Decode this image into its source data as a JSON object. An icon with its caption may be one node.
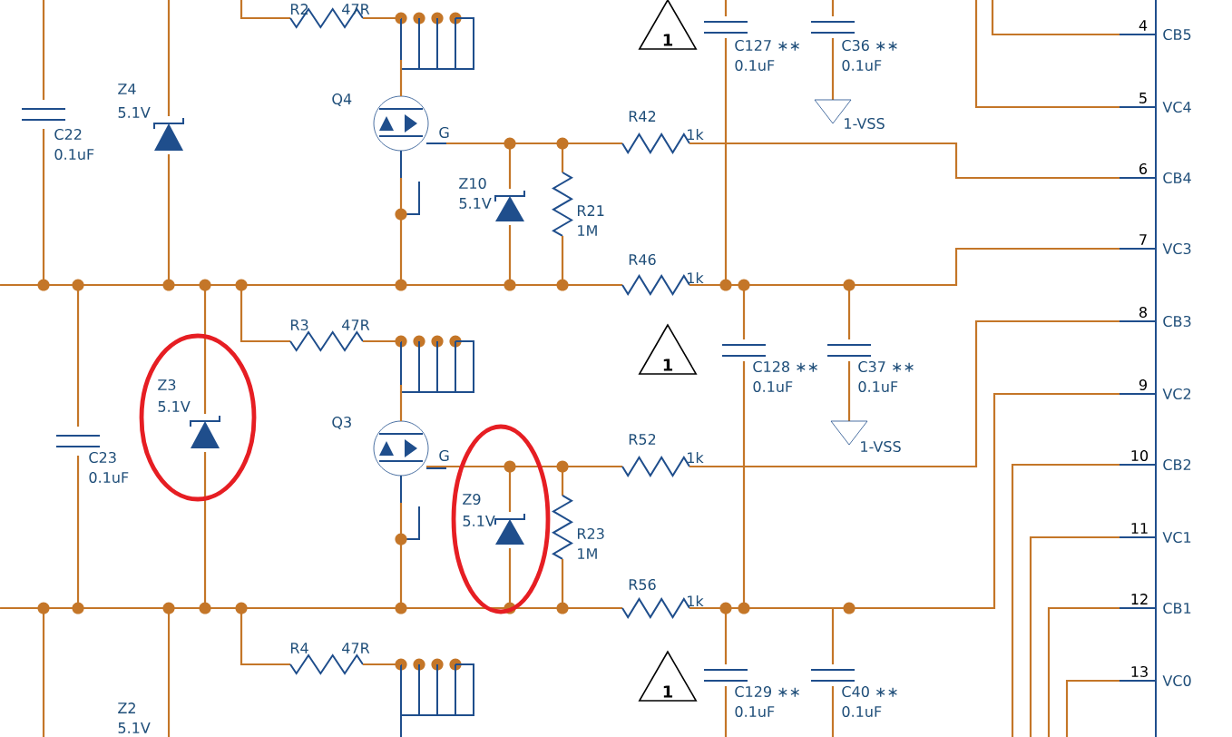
{
  "diagram": {
    "nodes": [
      {
        "text": [
          "1"
        ]
      },
      {
        "text": [
          "1"
        ]
      },
      {
        "text": [
          "1"
        ]
      }
    ],
    "labels": [
      "R2",
      "47R",
      "C127 ∗∗",
      "0.1uF",
      "C36 ∗∗",
      "0.1uF",
      "4",
      "CB5",
      "Z4",
      "5.1V",
      "C22",
      "0.1uF",
      "Q4",
      "5",
      "VC4",
      "G",
      "1-VSS",
      "R42",
      "1k",
      "Z10",
      "5.1V",
      "R21",
      "1M",
      "6",
      "CB4",
      "7",
      "VC3",
      "R46",
      "1k",
      "R3",
      "47R",
      "8",
      "CB3",
      "C128 ∗∗",
      "0.1uF",
      "C37 ∗∗",
      "0.1uF",
      "9",
      "VC2",
      "Z3",
      "5.1V",
      "Q3",
      "C23",
      "0.1uF",
      "G",
      "R52",
      "1k",
      "1-VSS",
      "10",
      "CB2",
      "Z9",
      "5.1V",
      "R23",
      "1M",
      "11",
      "VC1",
      "R56",
      "1k",
      "12",
      "CB1",
      "R4",
      "47R",
      "C129 ∗∗",
      "0.1uF",
      "C40 ∗∗",
      "0.1uF",
      "13",
      "VC0",
      "Z2",
      "5.1V"
    ]
  }
}
